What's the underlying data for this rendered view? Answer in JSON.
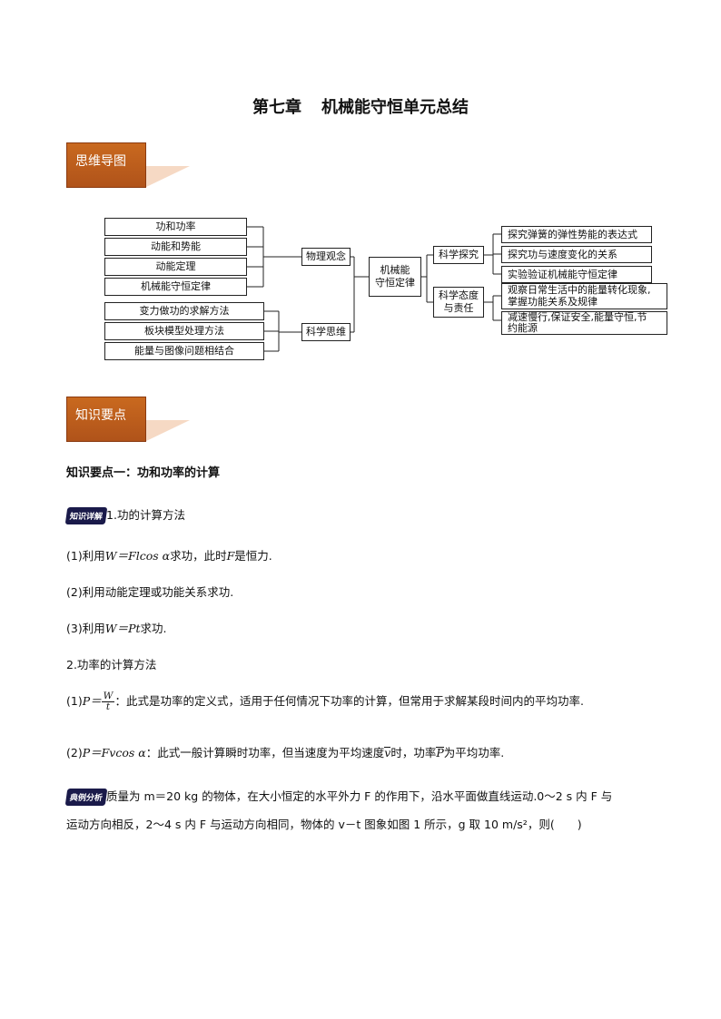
{
  "page_title": "第七章　机械能守恒单元总结",
  "title_left": "第七章",
  "title_right": "机械能守恒单元总结",
  "banners": {
    "mind_map": "思维导图",
    "key_points": "知识要点"
  },
  "mind_map": {
    "left_group_1": [
      "功和功率",
      "动能和势能",
      "动能定理",
      "机械能守恒定律"
    ],
    "left_group_2": [
      "变力做功的求解方法",
      "板块模型处理方法",
      "能量与图像问题相结合"
    ],
    "mid_1": "物理观念",
    "mid_2": "科学思维",
    "center": "机械能守恒定律",
    "center_line1": "机械能",
    "center_line2": "守恒定律",
    "right_1": "科学探究",
    "right_2_line1": "科学态度",
    "right_2_line2": "与责任",
    "far_right_1": [
      "探究弹簧的弹性势能的表达式",
      "探究功与速度变化的关系",
      "实验验证机械能守恒定律"
    ],
    "far_right_2": [
      {
        "line1": "观察日常生活中的能量转化现象,",
        "line2": "掌握功能关系及规律"
      },
      {
        "line1": "减速慢行,保证安全,能量守恒,节",
        "line2": "约能源"
      }
    ]
  },
  "section1_heading": "知识要点一：功和功率的计算",
  "tag_detail": "知识详解",
  "tag_example": "典例分析",
  "work_heading": "1.功的计算方法",
  "work_1_prefix": "(1)利用",
  "work_1_formula": "W＝Flcos α",
  "work_1_suffix": "求功，此时",
  "work_1_F": "F",
  "work_1_end": "是恒力.",
  "work_2": "(2)利用动能定理或功能关系求功.",
  "work_3_prefix": "(3)利用",
  "work_3_formula": "W＝Pt",
  "work_3_suffix": "求功.",
  "power_heading": "2.功率的计算方法",
  "power_1_prefix": "(1)",
  "power_1_P": "P＝",
  "power_1_num": "W",
  "power_1_den": "t",
  "power_1_text": "：此式是功率的定义式，适用于任何情况下功率的计算，但常用于求解某段时间内的平均功率.",
  "power_2_prefix": "(2)",
  "power_2_formula": "P＝Fvcos α",
  "power_2_a": "：此式一般计算瞬时功率，但当速度为平均速度",
  "power_2_vbar": "v",
  "power_2_b": "时，功率",
  "power_2_Pbar": "P",
  "power_2_c": "为平均功率.",
  "example_line1": "质量为 m＝20 kg 的物体，在大小恒定的水平外力 F 的作用下，沿水平面做直线运动.0～2 s 内 F 与",
  "example_line2": "运动方向相反，2～4 s 内 F 与运动方向相同，物体的 v－t 图象如图 1 所示，g 取 10 m/s²，则(　　)"
}
